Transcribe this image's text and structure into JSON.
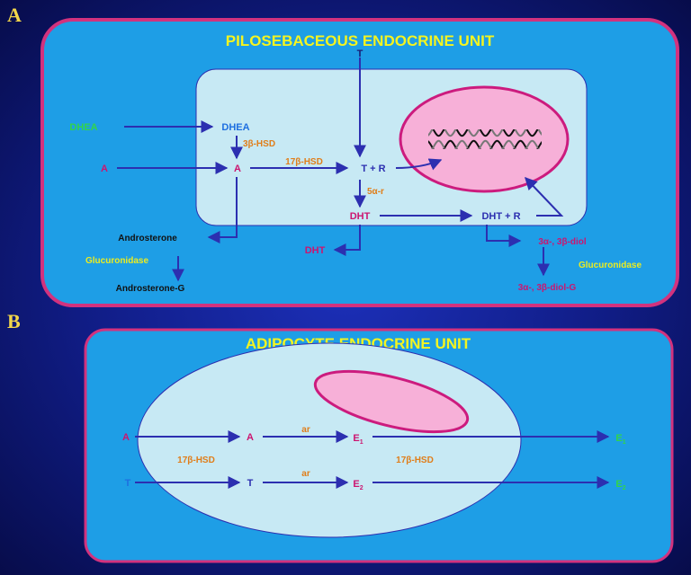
{
  "panel_a": {
    "letter": "A",
    "title": "PILOSEBACEOUS ENDOCRINE UNIT",
    "labels": {
      "t_top": "T",
      "dhea_outer": "DHEA",
      "dhea_inner": "DHEA",
      "hsd_3b": "3β-HSD",
      "a_outer": "A",
      "a_inner": "A",
      "hsd_17b": "17β-HSD",
      "t_plus_r": "T + R",
      "five_alpha_r": "5α-r",
      "dht_inner": "DHT",
      "dht_plus_r": "DHT + R",
      "dht_out": "DHT",
      "androsterone": "Androsterone",
      "glucuronidase_left": "Glucuronidase",
      "androsterone_g": "Androsterone-G",
      "diol": "3α-, 3β-diol",
      "glucuronidase_right": "Glucuronidase",
      "diol_g": "3α-, 3β-diol-G"
    }
  },
  "panel_b": {
    "letter": "B",
    "title": "ADIPOCYTE ENDOCRINE UNIT",
    "labels": {
      "a_outer": "A",
      "a_inner": "A",
      "ar_top": "ar",
      "e1_inner": "E",
      "e1_inner_sub": "1",
      "e1_out": "E",
      "e1_out_sub": "1",
      "hsd_left": "17β-HSD",
      "hsd_right": "17β-HSD",
      "t_outer": "T",
      "t_inner": "T",
      "ar_bottom": "ar",
      "e2_inner": "E",
      "e2_inner_sub": "2",
      "e2_out": "E",
      "e2_out_sub": "2"
    }
  },
  "colors": {
    "panel_fill": "#1e9ee6",
    "panel_border": "#d2327e",
    "cell_fill": "#c7e9f4",
    "nucleus_fill": "#f7b0d8",
    "nucleus_border": "#cc1b7e",
    "title": "#f4f420",
    "arrow": "#2c2fb0",
    "magenta": "#cc1570",
    "orange": "#e07e1a",
    "green": "#32d44a",
    "dhea_inner": "#1e6fe0",
    "black": "#111111",
    "yellow": "#ecec20"
  }
}
